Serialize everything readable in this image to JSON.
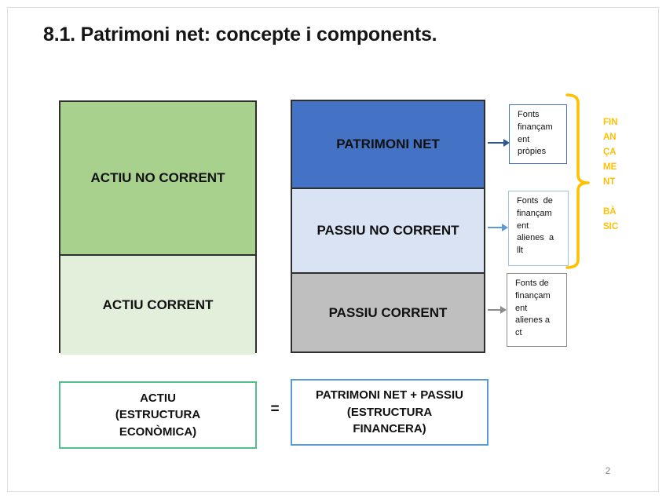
{
  "slide": {
    "title": "8.1. Patrimoni net: concepte i components.",
    "page_number": "2"
  },
  "balance_diagram": {
    "assets_column": {
      "items": [
        {
          "label": "ACTIU NO CORRENT",
          "fill": "#A9D18E"
        },
        {
          "label": "ACTIU CORRENT",
          "fill": "#E2EFDA"
        }
      ]
    },
    "liabilities_column": {
      "items": [
        {
          "label": "PATRIMONI NET",
          "fill": "#4472C4"
        },
        {
          "label": "PASSIU NO CORRENT",
          "fill": "#DAE3F3"
        },
        {
          "label": "PASSIU CORRENT",
          "fill": "#BFBFBF"
        }
      ]
    },
    "funding_notes": [
      {
        "lines": [
          "Fonts",
          "finançam",
          "ent",
          "pròpies"
        ],
        "border_color": "#4472C4",
        "arrow_color": "#2E5597"
      },
      {
        "lines": [
          "Fonts  de",
          "finançam",
          "ent",
          "alienes  a",
          "llt"
        ],
        "border_color": "#9DC3E6",
        "arrow_color": "#5B9BD5"
      },
      {
        "lines": [
          "Fonts de",
          "finançam",
          "ent",
          "alienes a",
          "ct"
        ],
        "border_color": "#8A8A8A",
        "arrow_color": "#8C8C8C"
      }
    ],
    "bracket": {
      "color": "#FFC000",
      "label_lines": [
        "FIN",
        "AN",
        "ÇA",
        "ME",
        "NT",
        "",
        "BÀ",
        "SIC"
      ]
    }
  },
  "equation": {
    "left": {
      "lines": [
        "ACTIU",
        "(ESTRUCTURA",
        "ECONÒMICA)"
      ],
      "border_color": "#53C08C"
    },
    "operator": "=",
    "right": {
      "lines": [
        "PATRIMONI NET + PASSIU",
        "(ESTRUCTURA",
        "FINANCERA)"
      ],
      "border_color": "#5B9BD5"
    }
  }
}
